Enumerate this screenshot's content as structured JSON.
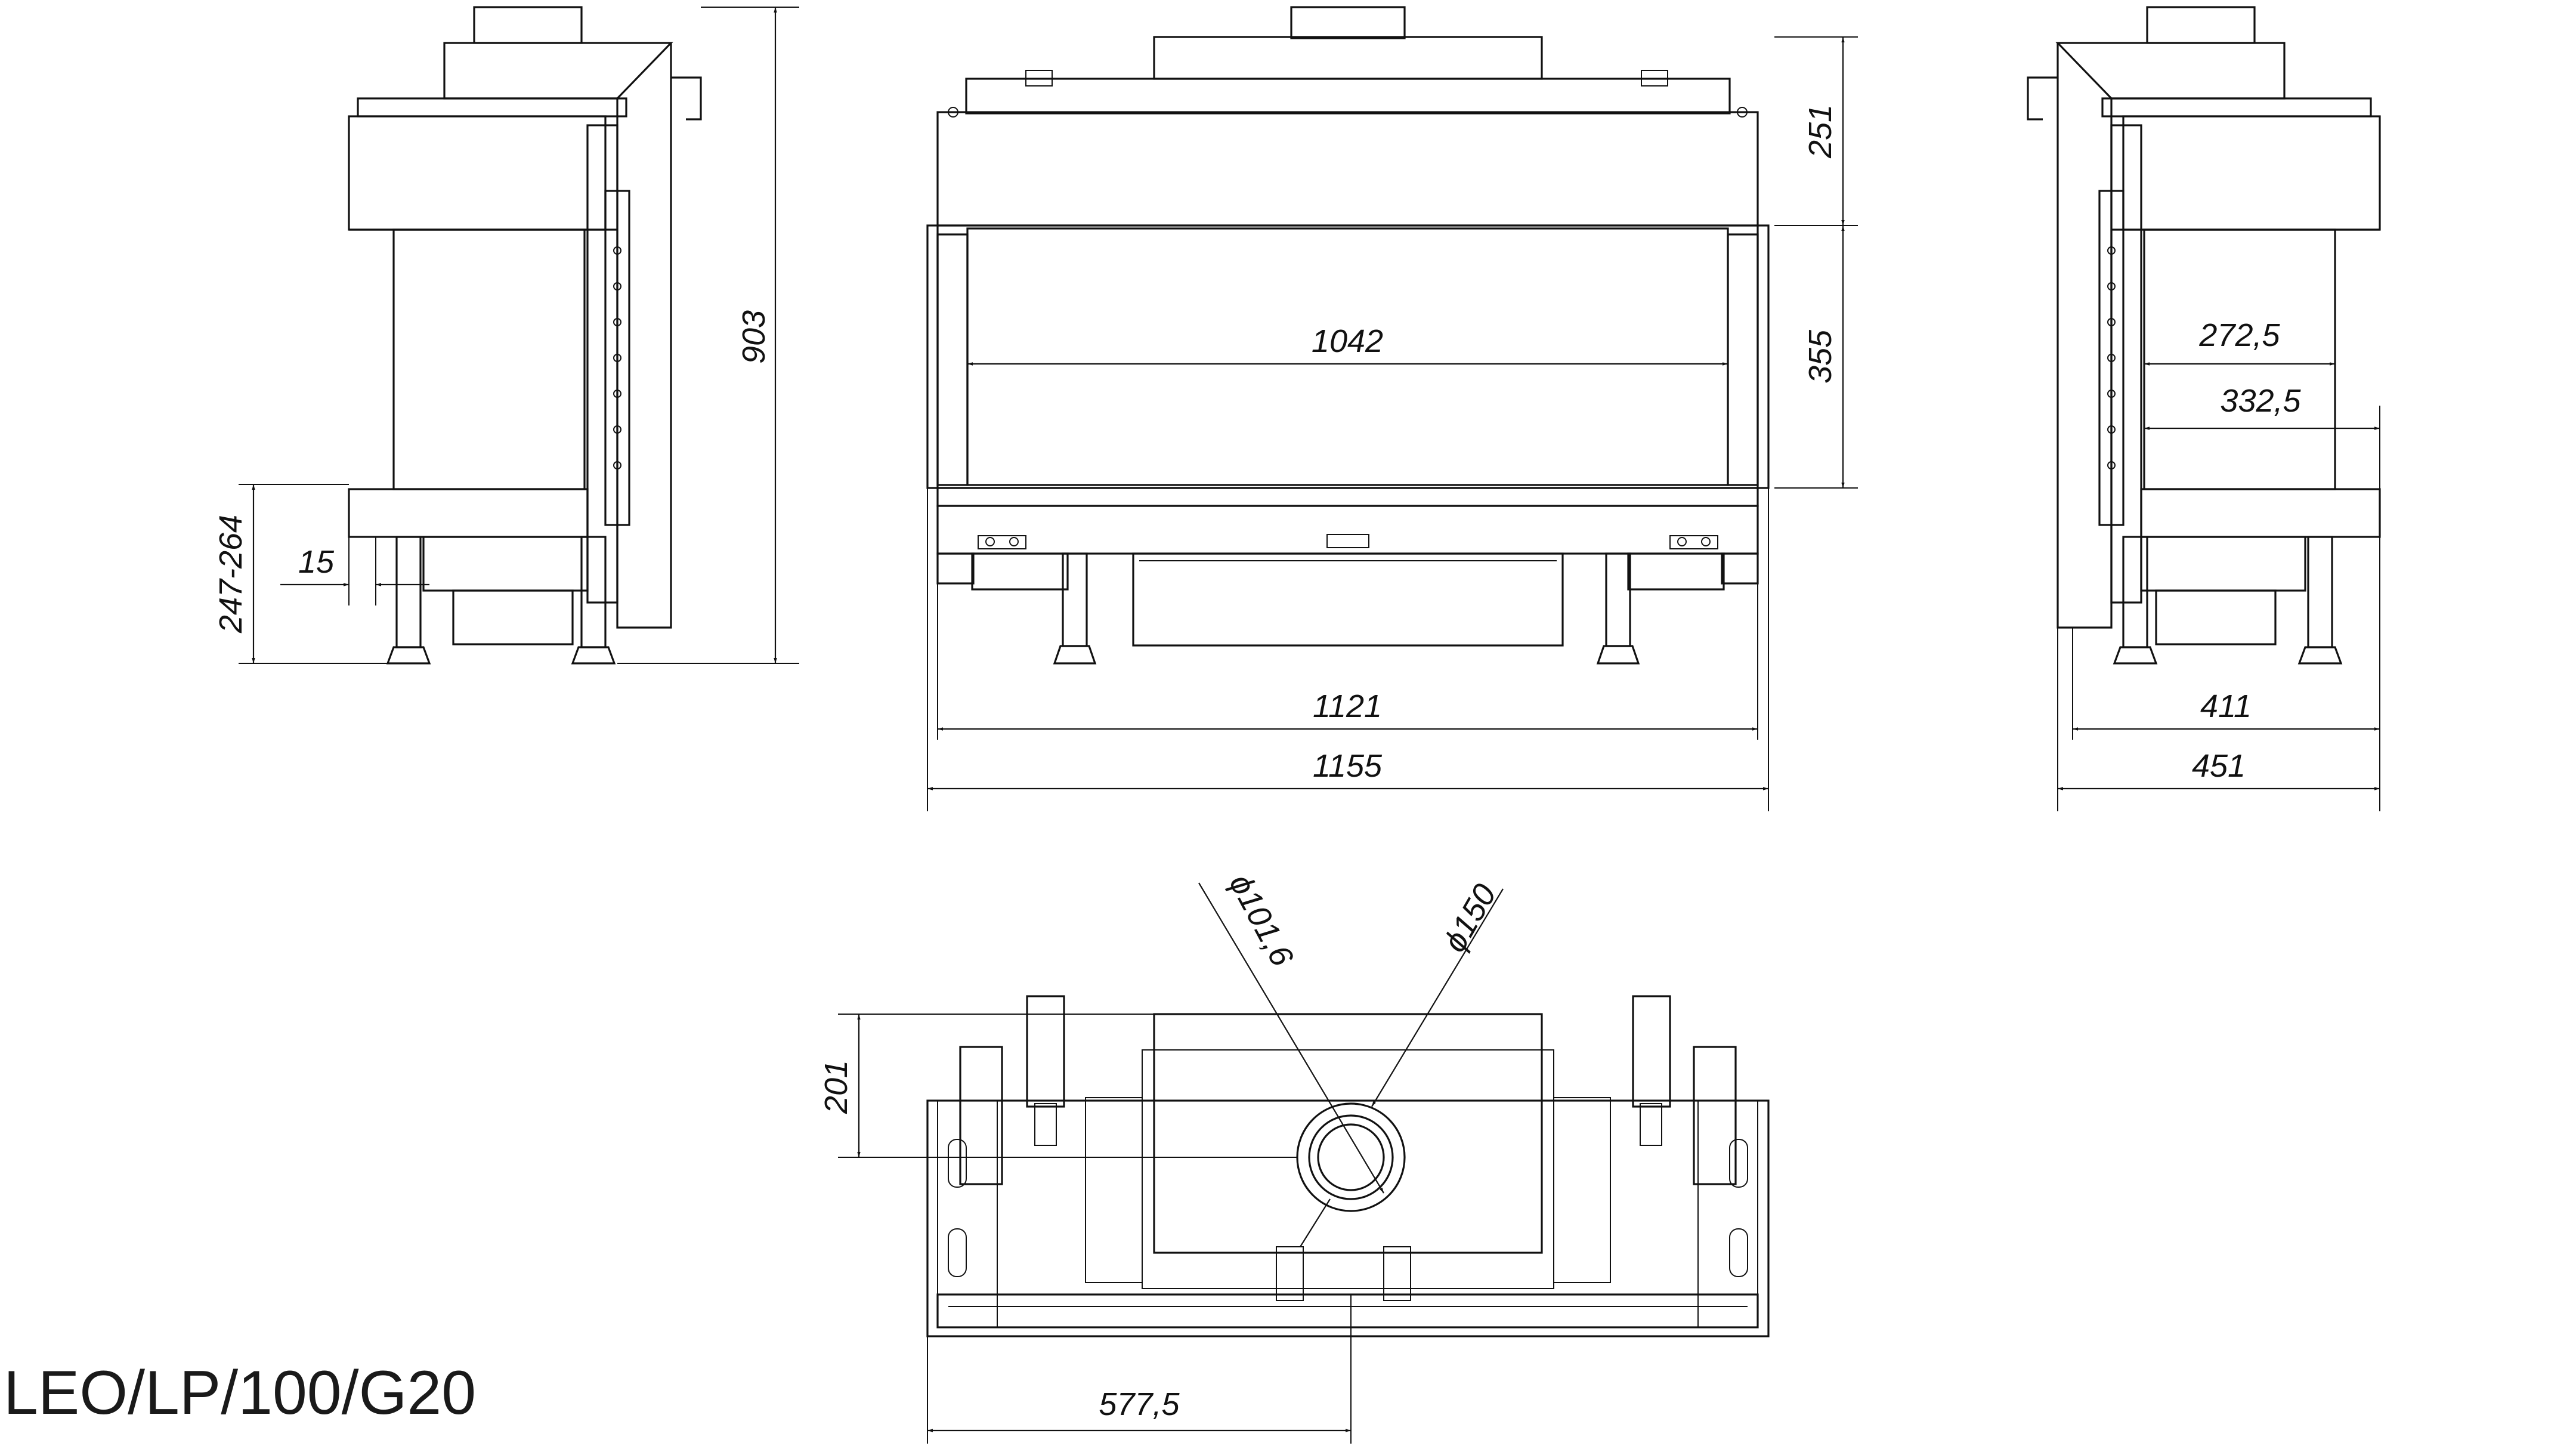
{
  "title": "LEO/LP/100/G20",
  "dimensions": {
    "front_height_upper": "251",
    "front_height_glass": "355",
    "front_glass_width": "1042",
    "front_width_inner": "1121",
    "front_width_outer": "1155",
    "left_total_height": "903",
    "left_leg_range": "247-264",
    "left_offset": "15",
    "right_inner_1": "272,5",
    "right_inner_2": "332,5",
    "right_depth_inner": "411",
    "right_depth_outer": "451",
    "top_flue_inner_diameter": "ϕ101,6",
    "top_flue_outer_diameter": "ϕ150",
    "top_flue_depth": "201",
    "top_flue_offset": "577,5"
  }
}
